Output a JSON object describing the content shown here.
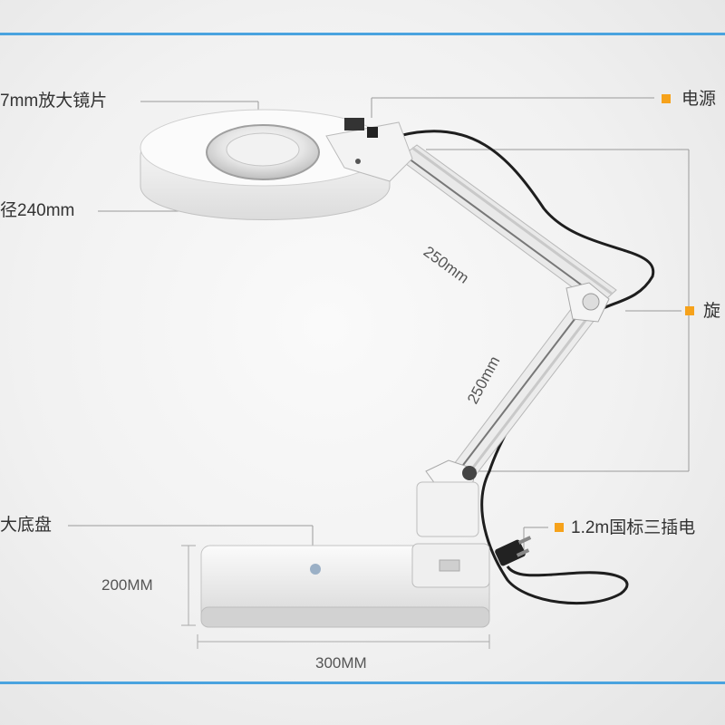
{
  "colors": {
    "accent_rule": "#4aa3df",
    "bullet": "#f6a21b",
    "leader_line": "#9a9a9a"
  },
  "labels": {
    "lens": "7mm放大镜片",
    "diameter": "径240mm",
    "base": "大底盘",
    "power_switch": "电源",
    "rotation": "旋",
    "power_cord": "1.2m国标三插电"
  },
  "dimensions": {
    "arm_upper": "250mm",
    "arm_lower": "250mm",
    "base_height": "200MM",
    "base_width": "300MM"
  },
  "icons": [
    "bullet-square-icon"
  ]
}
